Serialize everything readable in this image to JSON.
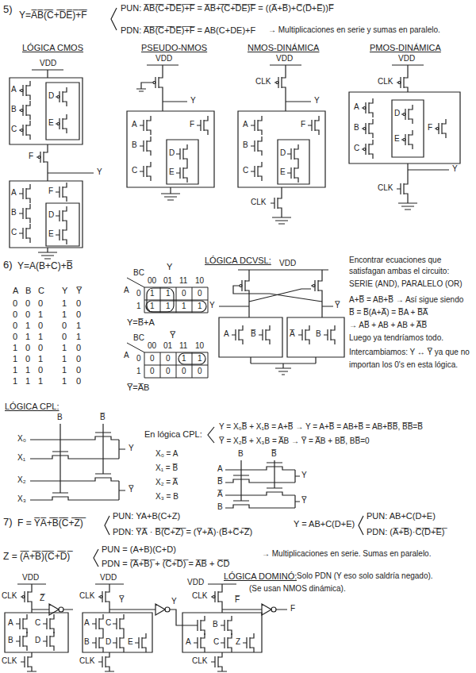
{
  "diagram": {
    "labels": [
      "5)",
      "Y=A̅B̅(̅C̅+̅D̅E̅)̅+̅F̅",
      "PUN: A̅B̅(̅C̅+̅D̅E̅)̅+̅F̅ = A̅B̅+̅(̅C̅+̅D̅E̅)̅F̅ = ((A̅+B̅)+C̅(D̅+E̅))F̅",
      "PDN: A̅B̅(̅C̅+̅D̅E̅)̅+̅F̅ = AB(C+DE)+F",
      "→ Multiplicaciones en serie y sumas en paralelo.",
      "LÓGICA CMOS",
      "PSEUDO-NMOS",
      "NMOS-DINÁMICA",
      "PMOS-DINÁMICA",
      "VDD",
      "A",
      "B",
      "C",
      "D",
      "E",
      "F",
      "Y",
      "A",
      "B",
      "C",
      "F",
      "D",
      "E",
      "VDD",
      "Y",
      "A",
      "B",
      "C",
      "F",
      "D",
      "E",
      "VDD",
      "CLK",
      "Y",
      "A",
      "B",
      "C",
      "F",
      "D",
      "E",
      "CLK",
      "VDD",
      "CLK",
      "A",
      "B",
      "C",
      "D",
      "E",
      "F",
      "Y",
      "CLK",
      "6)",
      "Y=A(B+C)+B̅",
      "A",
      "B",
      "C",
      "Y",
      "Y̅",
      "0",
      "0",
      "0",
      "1",
      "0",
      "0",
      "0",
      "1",
      "1",
      "0",
      "0",
      "1",
      "0",
      "0",
      "1",
      "0",
      "1",
      "1",
      "0",
      "1",
      "1",
      "0",
      "0",
      "1",
      "0",
      "1",
      "0",
      "1",
      "1",
      "0",
      "1",
      "1",
      "0",
      "1",
      "0",
      "1",
      "1",
      "1",
      "1",
      "0",
      "Y",
      "BC",
      "A",
      "00",
      "01",
      "11",
      "10",
      "0",
      "1",
      "1",
      "1",
      "0",
      "0",
      "1",
      "1",
      "1",
      "1",
      "Y=B̅+A",
      "Y̅",
      "BC",
      "A",
      "00",
      "01",
      "11",
      "10",
      "0",
      "1",
      "0",
      "0",
      "1",
      "1",
      "0",
      "0",
      "0",
      "0",
      "Y̅=A̅B",
      "LÓGICA DCVSL:",
      "VDD",
      "Y",
      "Y̅",
      "A",
      "B̅",
      "A̅",
      "B",
      "Encontrar ecuaciones que",
      "satisfagan ambas el circuito:",
      "SERIE (AND), PARALELO (OR)",
      "A+B̅ = AB+B̅ → Así sigue siendo",
      "B̅ = B̅(A+A̅) = B̅A + B̅A̅",
      "→ AB̅ + AB + AB + A̅B̅",
      "Luego ya tendríamos todo.",
      "Intercambiamos: Y ↔ Y̅ ya que no",
      "importan los 0's en esta lógica.",
      "LÓGICA CPL:",
      "B",
      "B̅",
      "X₀",
      "X₁",
      "X₂",
      "X₃",
      "Y",
      "Y̅",
      "En lógica CPL:",
      "Y = X₀B̅ + X₁B = A+B̅ → Y = A+B̅ = AB+B̅ = AB+B̅B̅, B̅B̅=B̅",
      "Y̅ = X₂B̅ + X₃B = A̅B → Y̅ = A̅B + BB̅, BB̅=0",
      "X₀ = A",
      "X₁ = B̅",
      "X₂ = A̅",
      "X₃ = B",
      "B",
      "B̅",
      "A",
      "B̅",
      "A̅",
      "B",
      "Y",
      "Y̅",
      "7)",
      "F = Y̅A̅+̅B̅(̅C̅+̅Z̅)̅",
      "PUN: YA+B(C+Z)",
      "PDN: Y̅A̅ · B̅(̅C̅+̅Z̅)̅ = (Y̅+A̅)·(B̅+C̅+̅Z̅)",
      "Y = AB+C(D+E)",
      "PUN: AB+C(D+E)",
      "PDN: (A̅+̅B̅)·C̅(̅D̅+̅E̅)̅",
      "Z = (̅A̅+̅B̅)̅(̅C̅+̅D̅)̅",
      "PUN = (A+B)(C+D)",
      "PDN = (̅A̅+̅B̅)̅ + (̅C̅+̅D̅)̅ = A̅B̅ + C̅D̅",
      "→ Multiplicaciones en serie. Sumas en paralelo.",
      "LÓGICA DOMINÓ:",
      "Solo PDN (Y eso solo saldría negado).",
      "(Se usan NMOS dinámica).",
      "VDD",
      "CLK",
      "Z̅",
      "A",
      "B",
      "C",
      "D",
      "CLK",
      "VDD",
      "CLK",
      "A",
      "B",
      "C",
      "D",
      "E",
      "CLK",
      "Y̅",
      "Y",
      "VDD",
      "CLK",
      "A",
      "B",
      "C",
      "Z",
      "CLK",
      "F̅",
      "F"
    ]
  }
}
